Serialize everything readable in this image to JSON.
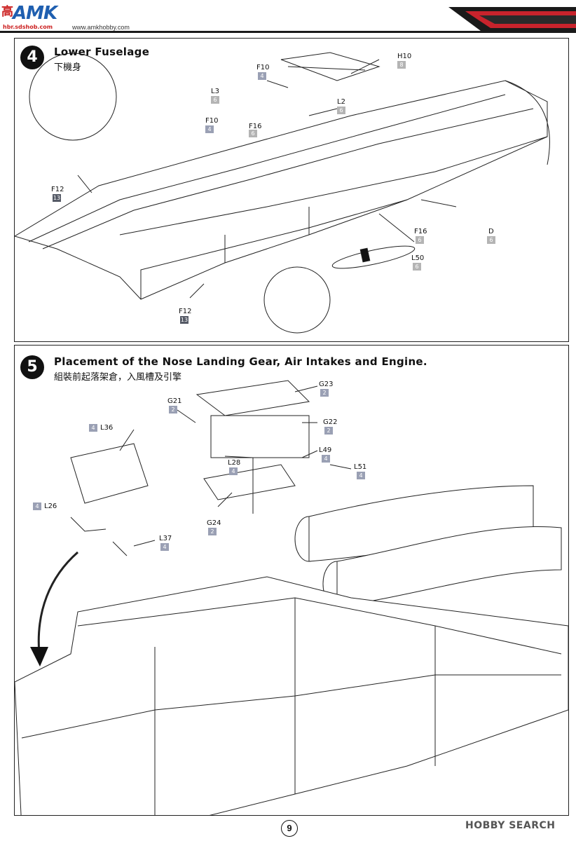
{
  "header": {
    "logo_cn": "高",
    "logo_text": "AMK",
    "logo_sub": "hbr.sdshob.com",
    "url": "www.amkhobby.com",
    "accent_color": "#c8232c",
    "stripe_color": "#1a1a1a"
  },
  "step4": {
    "number": "4",
    "title": "Lower Fuselage",
    "subtitle": "下機身",
    "parts": [
      {
        "id": "F10",
        "sprue": "4",
        "tone": "light"
      },
      {
        "id": "H10",
        "sprue": "8",
        "tone": "grey"
      },
      {
        "id": "L3",
        "sprue": "6",
        "tone": "grey"
      },
      {
        "id": "L2",
        "sprue": "6",
        "tone": "grey"
      },
      {
        "id": "F10",
        "sprue": "4",
        "tone": "light"
      },
      {
        "id": "F16",
        "sprue": "6",
        "tone": "grey"
      },
      {
        "id": "F12",
        "sprue": "13",
        "tone": "dark"
      },
      {
        "id": "F16",
        "sprue": "6",
        "tone": "grey"
      },
      {
        "id": "D",
        "sprue": "6",
        "tone": "grey"
      },
      {
        "id": "L50",
        "sprue": "6",
        "tone": "grey"
      },
      {
        "id": "F12",
        "sprue": "13",
        "tone": "dark"
      }
    ]
  },
  "step5": {
    "number": "5",
    "title": "Placement of the Nose Landing Gear, Air Intakes and Engine.",
    "subtitle": "組裝前起落架倉，入風槽及引擎",
    "parts": [
      {
        "id": "G23",
        "sprue": "2",
        "tone": "light"
      },
      {
        "id": "G21",
        "sprue": "2",
        "tone": "light"
      },
      {
        "id": "G22",
        "sprue": "2",
        "tone": "light"
      },
      {
        "id": "L36",
        "sprue": "4",
        "tone": "light"
      },
      {
        "id": "L49",
        "sprue": "4",
        "tone": "light"
      },
      {
        "id": "L28",
        "sprue": "4",
        "tone": "light"
      },
      {
        "id": "L51",
        "sprue": "4",
        "tone": "light"
      },
      {
        "id": "L26",
        "sprue": "4",
        "tone": "light"
      },
      {
        "id": "G24",
        "sprue": "2",
        "tone": "light"
      },
      {
        "id": "L37",
        "sprue": "4",
        "tone": "light"
      }
    ]
  },
  "footer": {
    "page_number": "9",
    "watermark": "HOBBY SEARCH"
  }
}
